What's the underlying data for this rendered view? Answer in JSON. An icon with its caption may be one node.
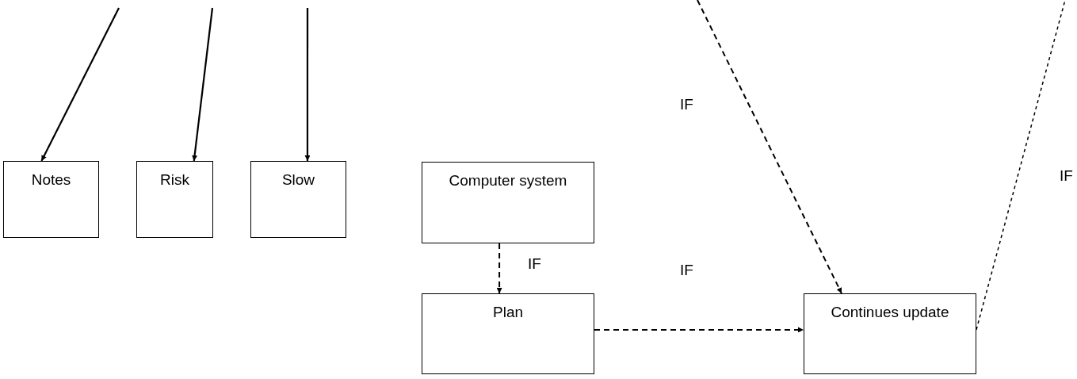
{
  "diagram": {
    "nodes": [
      {
        "text": [
          "Notes"
        ]
      },
      {
        "text": [
          "Risk"
        ]
      },
      {
        "text": [
          "Slow"
        ]
      },
      {
        "text": [
          "Computer system"
        ]
      },
      {
        "text": [
          "Plan"
        ]
      },
      {
        "text": [
          "Continues update"
        ]
      }
    ],
    "edges": [
      {
        "from": null,
        "to": 0,
        "arrow": "to"
      },
      {
        "from": null,
        "to": 1,
        "arrow": "to"
      },
      {
        "from": null,
        "to": 2,
        "arrow": "to"
      },
      {
        "from": 3,
        "to": 4,
        "arrow": "to",
        "label": "IF",
        "style": "dashed"
      },
      {
        "from": 4,
        "to": 5,
        "arrow": "to",
        "label": "IF",
        "style": "dashed"
      },
      {
        "from": null,
        "to": 5,
        "arrow": "to",
        "label": "IF",
        "style": "dashed"
      },
      {
        "from": 5,
        "to": null,
        "arrow": "none",
        "label": "IF",
        "style": "dashed"
      }
    ]
  }
}
